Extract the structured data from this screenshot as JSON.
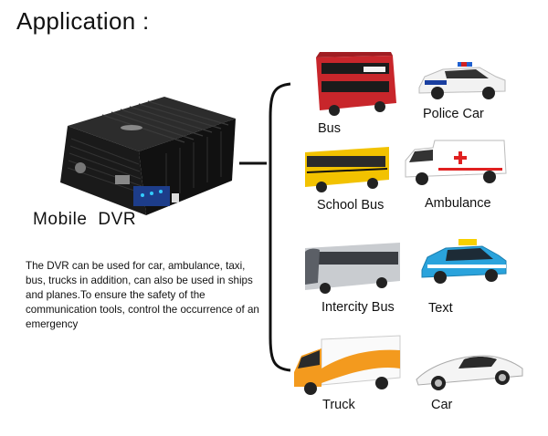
{
  "title": "Application :",
  "device": {
    "name": "Mobile  DVR",
    "description": "The DVR can be used for  car,  ambulance, taxi, bus, trucks in addition, can also be used in ships and planes.To ensure the safety of the communication tools, control the occurrence of an emergency",
    "icon": "dvr-device"
  },
  "vehicles": [
    {
      "label": "Bus",
      "icon": "double-decker-bus",
      "color": "#c8262b"
    },
    {
      "label": "Police Car",
      "icon": "police-car",
      "color": "#f2f2f2"
    },
    {
      "label": "School Bus",
      "icon": "school-bus",
      "color": "#f2c200"
    },
    {
      "label": "Ambulance",
      "icon": "ambulance",
      "color": "#ffffff"
    },
    {
      "label": "Intercity Bus",
      "icon": "coach-bus",
      "color": "#c9ccd0"
    },
    {
      "label": "Text",
      "icon": "taxi",
      "color": "#2aa3dc"
    },
    {
      "label": "Truck",
      "icon": "van-truck",
      "color": "#f39a1e"
    },
    {
      "label": "Car",
      "icon": "sports-car",
      "color": "#f4f4f4"
    }
  ]
}
